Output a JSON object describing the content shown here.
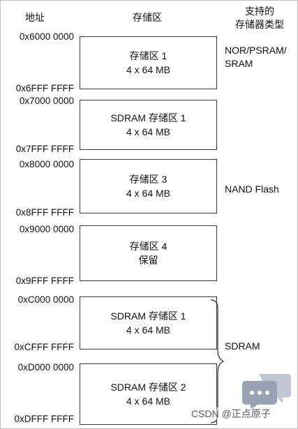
{
  "headers": {
    "address": "地址",
    "bank": "存储区",
    "types": "支持的\n存储器类型"
  },
  "addresses": {
    "a0": "0x6000 0000",
    "a1": "0x6FFF FFFF",
    "a2": "0x7000 0000",
    "a3": "0x7FFF FFFF",
    "a4": "0x8000 0000",
    "a5": "0x8FFF FFFF",
    "a6": "0x9000 0000",
    "a7": "0x9FFF FFFF",
    "a8": "0xC000 0000",
    "a9": "0xCFFF FFFF",
    "a10": "0xD000 0000",
    "a11": "0xDFFF FFFF"
  },
  "banks": [
    {
      "name": "存储区 1",
      "size": "4 x 64 MB"
    },
    {
      "name": "SDRAM 存储区 1",
      "size": "4 x 64 MB"
    },
    {
      "name": "存储区 3",
      "size": "4 x 64 MB"
    },
    {
      "name": "存储区 4",
      "size": "保留"
    },
    {
      "name": "SDRAM 存储区 1",
      "size": "4 x 64 MB"
    },
    {
      "name": "SDRAM 存储区 2",
      "size": "4 x 64 MB"
    }
  ],
  "memory_types": {
    "nor": "NOR/PSRAM/\nSRAM",
    "nand": "NAND Flash",
    "sdram": "SDRAM"
  },
  "watermark": {
    "text": "CSDN @正点原子"
  },
  "icons": {
    "brace": "right-curly-brace-icon",
    "watermark": "chat-bubble-icon"
  },
  "colors": {
    "box_border": "#3a3a3a",
    "watermark_icon": "#9aa1b3"
  }
}
